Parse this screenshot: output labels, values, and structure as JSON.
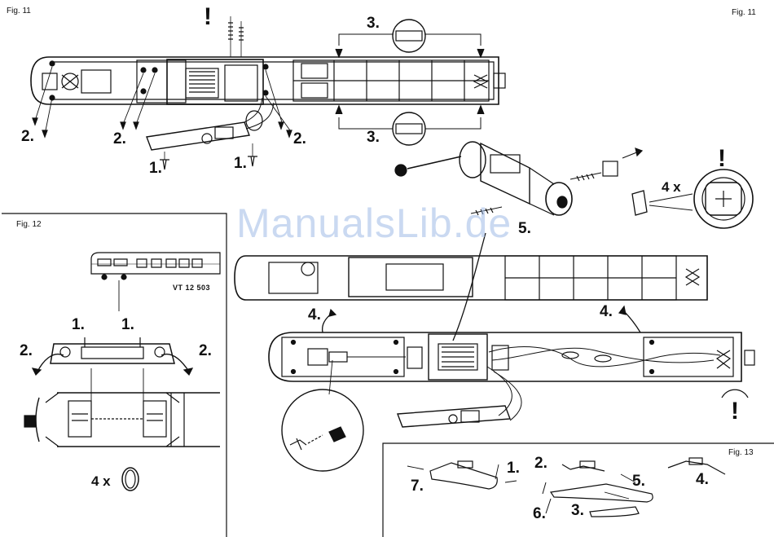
{
  "figures": {
    "fig11_left": "Fig. 11",
    "fig11_right": "Fig. 11",
    "fig12": "Fig. 12",
    "fig13": "Fig. 13"
  },
  "fig11_steps": {
    "s1a": "1.",
    "s1b": "1.",
    "s2a": "2.",
    "s2b": "2.",
    "s2c": "2.",
    "s3a": "3.",
    "s3b": "3.",
    "s4a": "4.",
    "s4b": "4.",
    "s5": "5."
  },
  "fig11_count": "4 x",
  "fig12_model": "VT 12 503",
  "fig12_steps": {
    "s1a": "1.",
    "s1b": "1.",
    "s2a": "2.",
    "s2b": "2."
  },
  "fig12_count": "4 x",
  "fig13_steps": {
    "s1": "1.",
    "s2": "2.",
    "s3": "3.",
    "s4": "4.",
    "s5": "5.",
    "s6": "6.",
    "s7": "7."
  },
  "warnings": {
    "w1": "!",
    "w2": "!",
    "w3": "!"
  },
  "watermark": "ManualsLib.de",
  "colors": {
    "ink": "#111111",
    "watermark": "#9fbbe6"
  }
}
